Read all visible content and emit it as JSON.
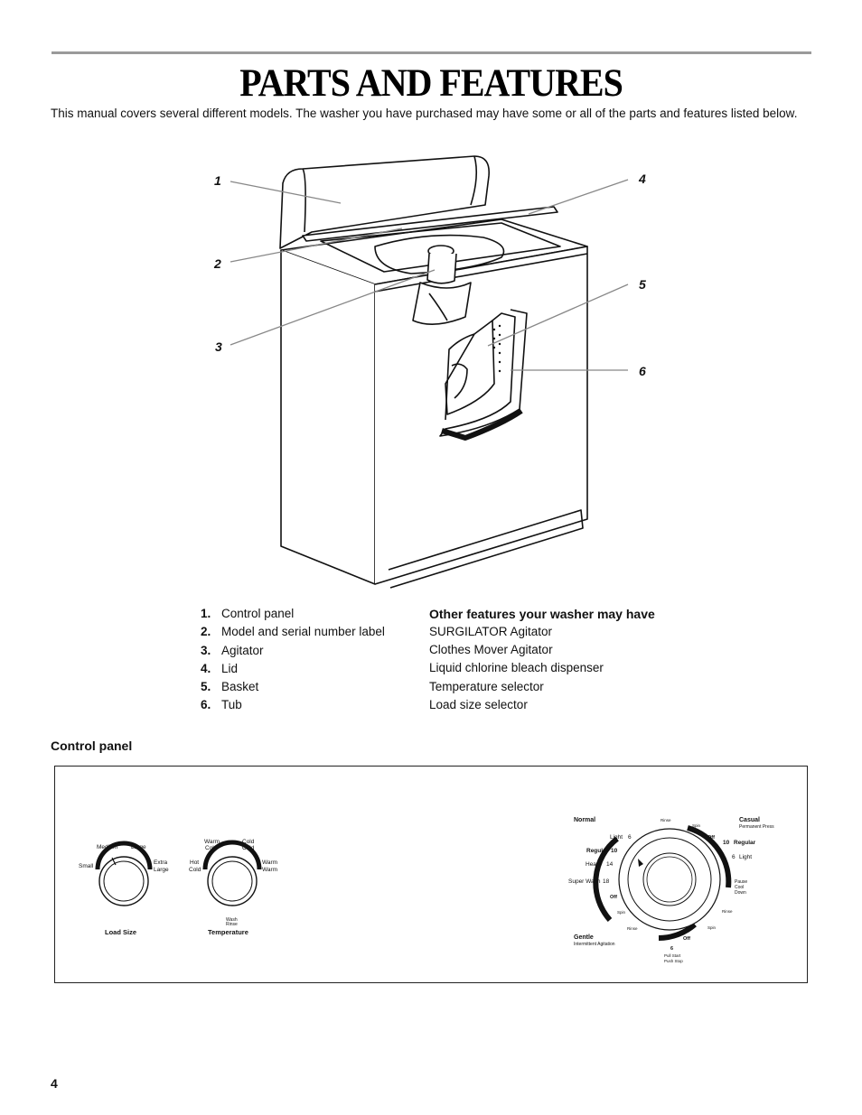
{
  "title": "PARTS AND FEATURES",
  "intro": "This manual covers several different models. The washer you have purchased may have some or all of the parts and features listed below.",
  "callouts": [
    "1",
    "2",
    "3",
    "4",
    "5",
    "6"
  ],
  "parts": [
    {
      "num": "1.",
      "label": "Control panel"
    },
    {
      "num": "2.",
      "label": "Model and serial number label"
    },
    {
      "num": "3.",
      "label": "Agitator"
    },
    {
      "num": "4.",
      "label": "Lid"
    },
    {
      "num": "5.",
      "label": "Basket"
    },
    {
      "num": "6.",
      "label": "Tub"
    }
  ],
  "other_features": {
    "heading": "Other features your washer may have",
    "items": [
      "SURGILATOR Agitator",
      "Clothes Mover Agitator",
      "Liquid chlorine bleach dispenser",
      "Temperature selector",
      "Load size selector"
    ]
  },
  "control_panel": {
    "heading": "Control panel",
    "load_size": {
      "title": "Load Size",
      "options": [
        "Small",
        "Medium",
        "Large",
        "Extra",
        "Large"
      ]
    },
    "temperature": {
      "title": "Temperature",
      "options": [
        "Hot",
        "Cold",
        "Warm",
        "Cold",
        "Cold",
        "Cold",
        "Warm",
        "Warm"
      ],
      "sub": [
        "Wash",
        "Rinse"
      ]
    },
    "cycle_dial": {
      "left_group": "Normal",
      "left": [
        "Light",
        "6",
        "Regular",
        "10",
        "Heavy",
        "14",
        "Super Wash",
        "18",
        "Off"
      ],
      "right_group": "Casual",
      "right_group_sub": "Permanent Press",
      "right": [
        "Off",
        "10",
        "Regular",
        "6",
        "Light"
      ],
      "pause": [
        "Pause",
        "Cool",
        "Down"
      ],
      "rinse": [
        "Rinse",
        "Rinse",
        "Rinse"
      ],
      "spin": [
        "Spin",
        "Spin",
        "Spin"
      ],
      "bottom_group": "Gentle",
      "bottom_group_sub": "Intermittent Agitation",
      "bottom": [
        "Off",
        "6"
      ],
      "pull_push": [
        "Pull Start",
        "Push Stop"
      ]
    }
  },
  "page_number": "4"
}
